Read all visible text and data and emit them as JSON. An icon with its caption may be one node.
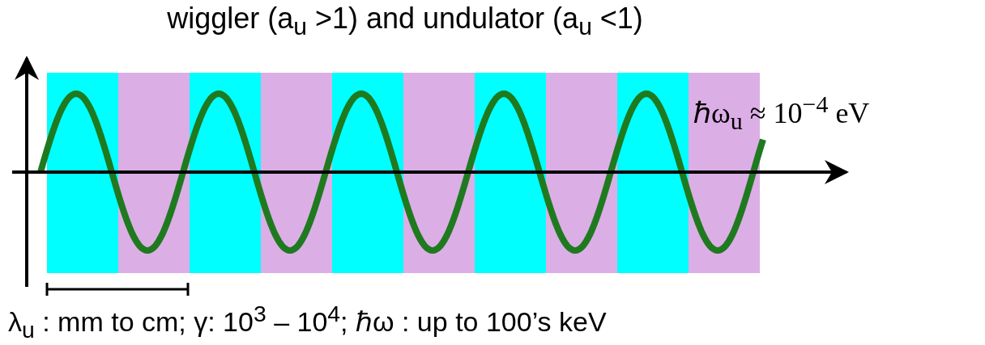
{
  "diagram": {
    "title": "wiggler (a$_{u}$ >1) and undulator (a$_{u}$ <1)",
    "labels": [
      "ℏω$_{u}$ ≈ 10$^{−4}$ eV",
      "λ$_{u}$ : mm to cm; γ: 10$^{3}$ – 10$^{4}$; ℏω :  up to 100’s keV"
    ]
  }
}
